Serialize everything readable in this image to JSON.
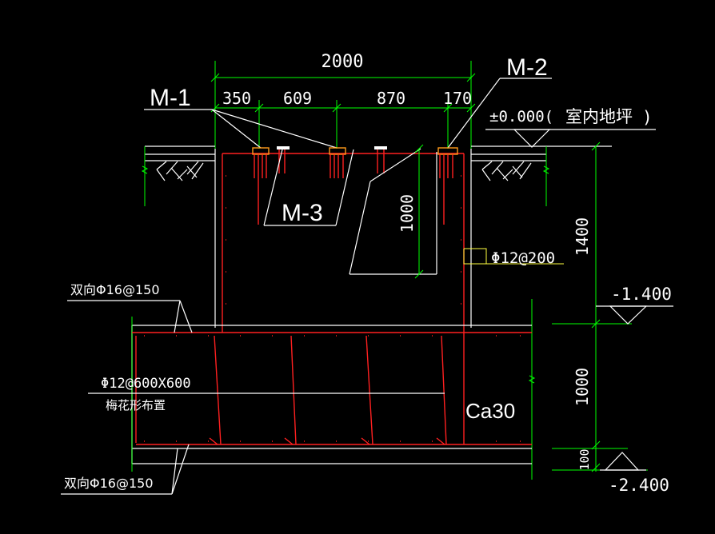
{
  "dimensions": {
    "overall_width": "2000",
    "seg_1": "350",
    "seg_2": "609",
    "seg_3": "870",
    "seg_4": "170",
    "pit_depth": "1000",
    "wall_height": "1400",
    "slab_thickness": "1000",
    "cushion_thickness": "100"
  },
  "tags": {
    "m1": "M-1",
    "m2": "M-2",
    "m3": "M-3"
  },
  "elevations": {
    "floor": "±0.000(",
    "floor_note": "室内地坪",
    "floor_close": ")",
    "mid": "-1.400",
    "bottom": "-2.400"
  },
  "rebar": {
    "top_mesh": "双向Φ16@150",
    "wall_bars": "Φ12@200",
    "ties": "Φ12@600X600",
    "ties_layout": "梅花形布置",
    "bottom_mesh": "双向Φ16@150"
  },
  "material": {
    "concrete": "Ca30"
  },
  "colors": {
    "background": "#000000",
    "dimension": "#00ff00",
    "outline": "#ffffff",
    "rebar": "#ff2020",
    "embed_plate": "#ff9a1a"
  }
}
